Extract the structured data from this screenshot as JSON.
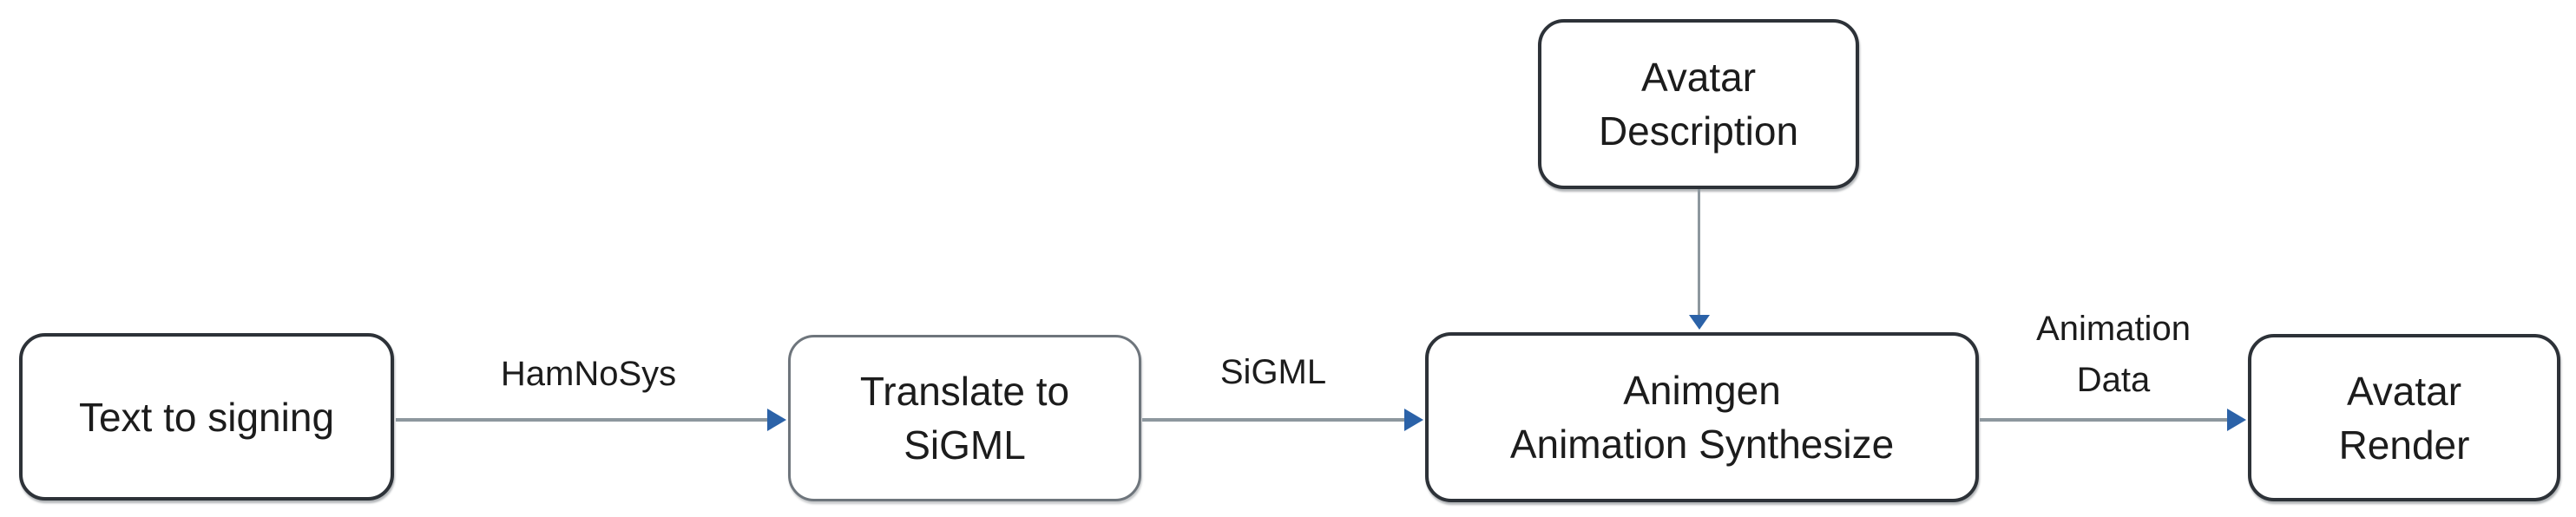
{
  "figure": {
    "type": "flowchart",
    "background": "#ffffff",
    "colors": {
      "node_border": "#2d3238",
      "node_border_light": "#6e757c",
      "node_fill": "#ffffff",
      "connector_line": "#8d979e",
      "arrowhead": "#2b62a8",
      "text": "#1c1c1c"
    },
    "nodes": {
      "text_to_signing": {
        "line1": "Text to signing"
      },
      "translate_to_sigml": {
        "line1": "Translate to",
        "line2": "SiGML"
      },
      "animgen": {
        "line1": "Animgen",
        "line2": "Animation Synthesize"
      },
      "avatar_render": {
        "line1": "Avatar",
        "line2": "Render"
      },
      "avatar_description": {
        "line1": "Avatar",
        "line2": "Description"
      }
    },
    "edges": {
      "text_to_translate": {
        "label": "HamNoSys"
      },
      "translate_to_animgen": {
        "label": "SiGML"
      },
      "animgen_to_render": {
        "label_line1": "Animation",
        "label_line2": "Data"
      },
      "description_to_animgen": {
        "label": ""
      }
    }
  }
}
